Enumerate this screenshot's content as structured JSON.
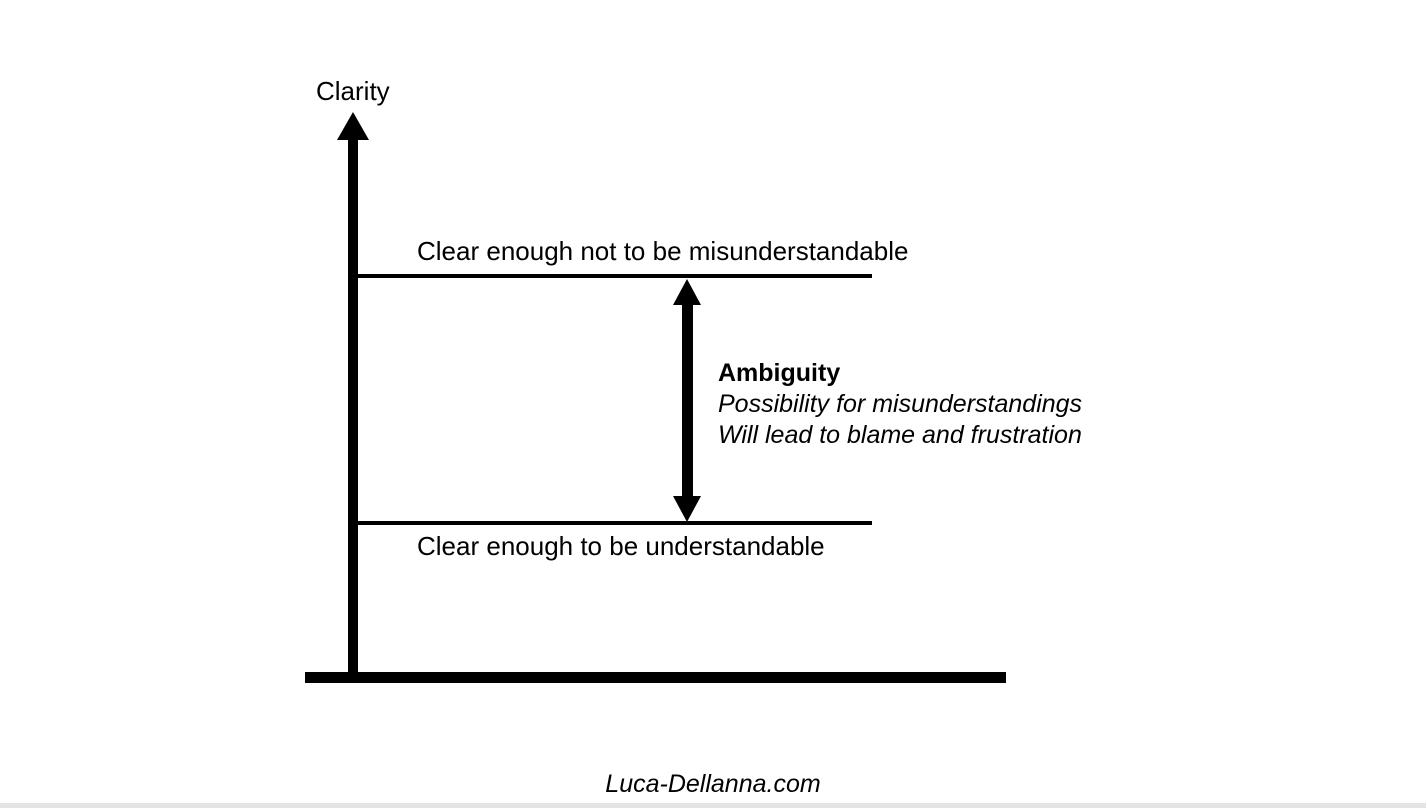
{
  "diagram": {
    "axis": {
      "y_label": "Clarity",
      "y_axis_icon": "up-arrow-axis",
      "x_axis_icon": "baseline-axis"
    },
    "thresholds": [
      {
        "id": "upper",
        "label": "Clear enough not to be misunderstandable"
      },
      {
        "id": "lower",
        "label": "Clear enough to be understandable"
      }
    ],
    "gap_measure": {
      "icon": "double-headed-vertical-arrow",
      "title": "Ambiguity",
      "lines": [
        "Possibility for misunderstandings",
        "Will lead to blame and frustration"
      ]
    },
    "footer": {
      "credit": "Luca-Dellanna.com"
    },
    "colors": {
      "ink": "#000000",
      "background": "#ffffff",
      "bottom_edge": "#e4e4e4"
    }
  },
  "chart_data": {
    "type": "diagram",
    "title": "",
    "ylabel": "Clarity",
    "xlabel": "",
    "annotations": [
      {
        "kind": "threshold-line",
        "position": "upper",
        "text": "Clear enough not to be misunderstandable"
      },
      {
        "kind": "threshold-line",
        "position": "lower",
        "text": "Clear enough to be understandable"
      },
      {
        "kind": "span-arrow",
        "between": [
          "lower",
          "upper"
        ],
        "title": "Ambiguity",
        "detail": [
          "Possibility for misunderstandings",
          "Will lead to blame and frustration"
        ]
      }
    ]
  }
}
